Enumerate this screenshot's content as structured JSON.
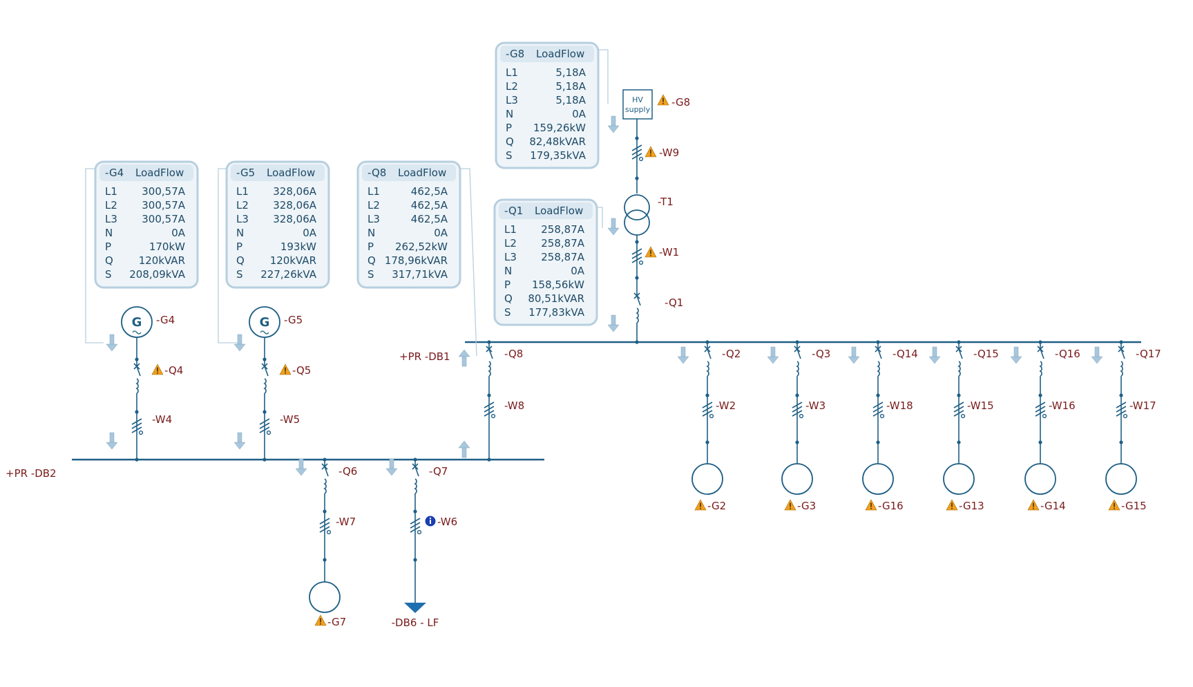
{
  "busbars": {
    "db1": {
      "label": "+PR -DB1"
    },
    "db2": {
      "label": "+PR -DB2"
    }
  },
  "loadflow_popups": [
    {
      "id": "G8",
      "device": "-G8",
      "title": "LoadFlow",
      "rows": [
        [
          "L1",
          "5,18A"
        ],
        [
          "L2",
          "5,18A"
        ],
        [
          "L3",
          "5,18A"
        ],
        [
          "N",
          "0A"
        ],
        [
          "P",
          "159,26kW"
        ],
        [
          "Q",
          "82,48kVAR"
        ],
        [
          "S",
          "179,35kVA"
        ]
      ]
    },
    {
      "id": "Q1",
      "device": "-Q1",
      "title": "LoadFlow",
      "rows": [
        [
          "L1",
          "258,87A"
        ],
        [
          "L2",
          "258,87A"
        ],
        [
          "L3",
          "258,87A"
        ],
        [
          "N",
          "0A"
        ],
        [
          "P",
          "158,56kW"
        ],
        [
          "Q",
          "80,51kVAR"
        ],
        [
          "S",
          "177,83kVA"
        ]
      ]
    },
    {
      "id": "G4",
      "device": "-G4",
      "title": "LoadFlow",
      "rows": [
        [
          "L1",
          "300,57A"
        ],
        [
          "L2",
          "300,57A"
        ],
        [
          "L3",
          "300,57A"
        ],
        [
          "N",
          "0A"
        ],
        [
          "P",
          "170kW"
        ],
        [
          "Q",
          "120kVAR"
        ],
        [
          "S",
          "208,09kVA"
        ]
      ]
    },
    {
      "id": "G5",
      "device": "-G5",
      "title": "LoadFlow",
      "rows": [
        [
          "L1",
          "328,06A"
        ],
        [
          "L2",
          "328,06A"
        ],
        [
          "L3",
          "328,06A"
        ],
        [
          "N",
          "0A"
        ],
        [
          "P",
          "193kW"
        ],
        [
          "Q",
          "120kVAR"
        ],
        [
          "S",
          "227,26kVA"
        ]
      ]
    },
    {
      "id": "Q8",
      "device": "-Q8",
      "title": "LoadFlow",
      "rows": [
        [
          "L1",
          "462,5A"
        ],
        [
          "L2",
          "462,5A"
        ],
        [
          "L3",
          "462,5A"
        ],
        [
          "N",
          "0A"
        ],
        [
          "P",
          "262,52kW"
        ],
        [
          "Q",
          "178,96kVAR"
        ],
        [
          "S",
          "317,71kVA"
        ]
      ]
    }
  ],
  "supply": {
    "line1": "HV",
    "line2": "supply",
    "label": "-G8",
    "cable": "-W9",
    "transformer": "-T1",
    "cable2": "-W1",
    "breaker": "-Q1"
  },
  "gen_feeders": [
    {
      "gen": "-G4",
      "breaker": "-Q4",
      "cable": "-W4"
    },
    {
      "gen": "-G5",
      "breaker": "-Q5",
      "cable": "-W5"
    }
  ],
  "generator_symbol": "G",
  "tie": {
    "breaker": "-Q8",
    "cable": "-W8"
  },
  "db2_feeders": [
    {
      "breaker": "-Q6",
      "cable": "-W7",
      "load": "-G7",
      "type": "motor"
    },
    {
      "breaker": "-Q7",
      "cable": "-W6",
      "load": "-DB6 - LF",
      "type": "subdb"
    }
  ],
  "db1_feeders": [
    {
      "breaker": "-Q2",
      "cable": "-W2",
      "load": "-G2"
    },
    {
      "breaker": "-Q3",
      "cable": "-W3",
      "load": "-G3"
    },
    {
      "breaker": "-Q14",
      "cable": "-W18",
      "load": "-G16"
    },
    {
      "breaker": "-Q15",
      "cable": "-W15",
      "load": "-G13"
    },
    {
      "breaker": "-Q16",
      "cable": "-W16",
      "load": "-G14"
    },
    {
      "breaker": "-Q17",
      "cable": "-W17",
      "load": "-G15"
    }
  ],
  "colors": {
    "line": "#1f5f86",
    "label": "#7a1a1a",
    "warning": "#f0a020",
    "info": "#1a3fb0",
    "arrow": "#a9c7dc",
    "popup_bg": "#eef4f8",
    "popup_border": "#b7cfdf"
  }
}
